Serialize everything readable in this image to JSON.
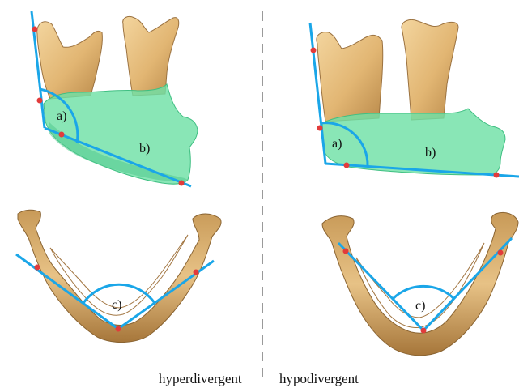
{
  "colors": {
    "bone": "#e9c487",
    "bone_shadow": "#b7894c",
    "bone_dark": "#8a6432",
    "overlay": "#6fe0a6",
    "overlay_edge": "#3fbf82",
    "line": "#1aa6e8",
    "landmark": "#e23b3b",
    "divider": "#9a9a9a"
  },
  "icons": {
    "landmark": "dot",
    "angle_arc": "arc"
  },
  "panels": {
    "left": {
      "caption": "hyperdivergent",
      "labels": {
        "gonial_angle": "a)",
        "mandibular_body": "b)",
        "arch_angle": "c)"
      }
    },
    "right": {
      "caption": "hypodivergent",
      "labels": {
        "gonial_angle": "a)",
        "mandibular_body": "b)",
        "arch_angle": "c)"
      }
    }
  }
}
